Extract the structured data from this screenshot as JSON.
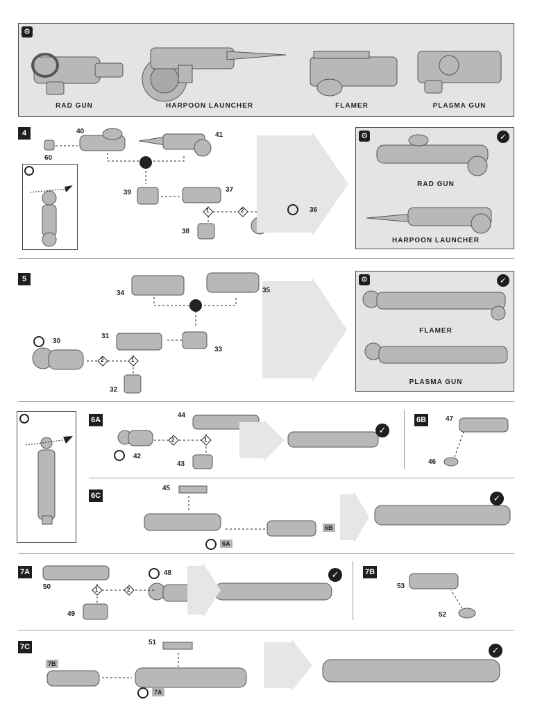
{
  "weapons_panel": {
    "labels": [
      "RAD GUN",
      "HARPOON LAUNCHER",
      "FLAMER",
      "PLASMA GUN"
    ]
  },
  "step4": {
    "step": "4",
    "parts": [
      "60",
      "40",
      "41",
      "39",
      "37",
      "38",
      "36"
    ],
    "order": [
      "1",
      "2"
    ],
    "result_labels": [
      "RAD GUN",
      "HARPOON LAUNCHER"
    ]
  },
  "step5": {
    "step": "5",
    "parts": [
      "34",
      "35",
      "30",
      "31",
      "33",
      "32"
    ],
    "order": [
      "2",
      "1"
    ],
    "result_labels": [
      "FLAMER",
      "PLASMA GUN"
    ]
  },
  "step6a": {
    "step": "6A",
    "parts": [
      "44",
      "42",
      "43"
    ],
    "order": [
      "2",
      "1"
    ]
  },
  "step6b": {
    "step": "6B",
    "parts": [
      "47",
      "46"
    ]
  },
  "step6c": {
    "step": "6C",
    "parts": [
      "45"
    ],
    "refs": [
      "6B",
      "6A"
    ]
  },
  "step7a": {
    "step": "7A",
    "parts": [
      "48",
      "50",
      "49"
    ],
    "order": [
      "2",
      "1"
    ]
  },
  "step7b": {
    "step": "7B",
    "parts": [
      "53",
      "52"
    ]
  },
  "step7c": {
    "step": "7C",
    "parts": [
      "51"
    ],
    "refs": [
      "7B",
      "7A"
    ]
  },
  "colors": {
    "panel": "#e4e4e4",
    "part": "#b8b8b8",
    "ink": "#1e1e1e"
  }
}
